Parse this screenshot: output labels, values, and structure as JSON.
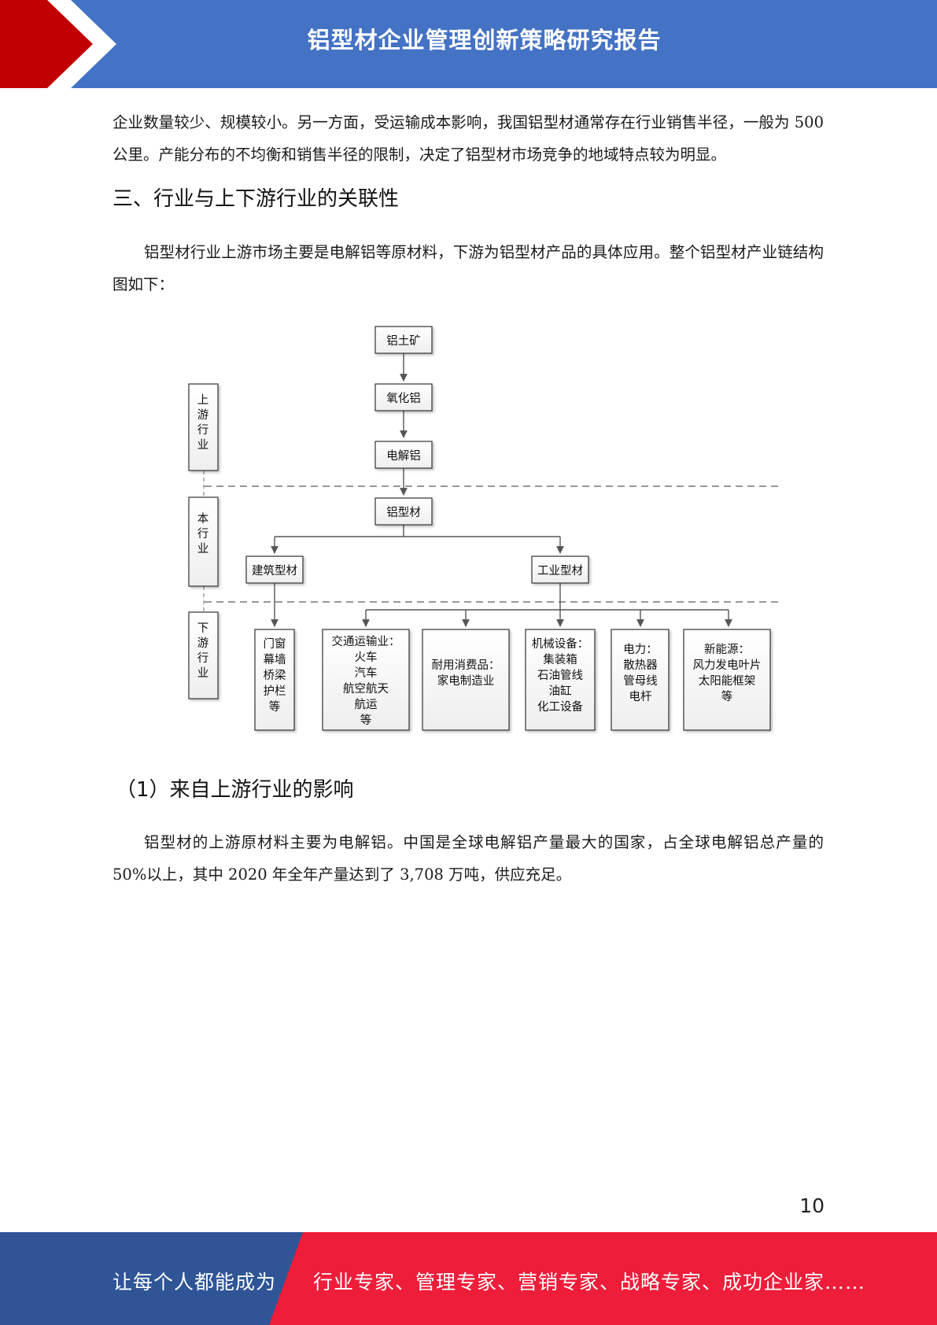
{
  "header": {
    "title": "铝型材企业管理创新策略研究报告"
  },
  "body": {
    "para1": "企业数量较少、规模较小。另一方面，受运输成本影响，我国铝型材通常存在行业销售半径，一般为 500 公里。产能分布的不均衡和销售半径的限制，决定了铝型材市场竞争的地域特点较为明显。",
    "heading1": "三、行业与上下游行业的关联性",
    "para2": "铝型材行业上游市场主要是电解铝等原材料，下游为铝型材产品的具体应用。整个铝型材产业链结构图如下：",
    "heading2": "（1）来自上游行业的影响",
    "para3": "铝型材的上游原材料主要为电解铝。中国是全球电解铝产量最大的国家，占全球电解铝总产量的 50%以上，其中 2020 年全年产量达到了 3,708 万吨，供应充足。"
  },
  "diagram": {
    "side_labels": {
      "upstream": "上游行业",
      "industry": "本行业",
      "downstream": "下游行业"
    },
    "chain": {
      "bauxite": "铝土矿",
      "alumina": "氧化铝",
      "electrolytic": "电解铝",
      "profile": "铝型材"
    },
    "categories": {
      "building": "建筑型材",
      "industrial": "工业型材"
    },
    "apps": {
      "building": [
        "门窗",
        "幕墙",
        "桥梁",
        "护栏",
        "等"
      ],
      "transport": [
        "交通运输业：",
        "火车",
        "汽车",
        "航空航天",
        "航运",
        "等"
      ],
      "consumer": [
        "耐用消费品：",
        "家电制造业"
      ],
      "machinery": [
        "机械设备：",
        "集装箱",
        "石油管线",
        "油缸",
        "化工设备"
      ],
      "power": [
        "电力：",
        "散热器",
        "管母线",
        "电杆"
      ],
      "energy": [
        "新能源：",
        "风力发电叶片",
        "太阳能框架",
        "等"
      ]
    }
  },
  "page_number": "10",
  "footer": {
    "left": "让每个人都能成为",
    "right": "行业专家、管理专家、营销专家、战略专家、成功企业家……"
  },
  "colors": {
    "header_blue": "#4472c4",
    "header_red": "#c00000",
    "footer_blue": "#2f5597",
    "footer_red": "#ee1d3a"
  }
}
